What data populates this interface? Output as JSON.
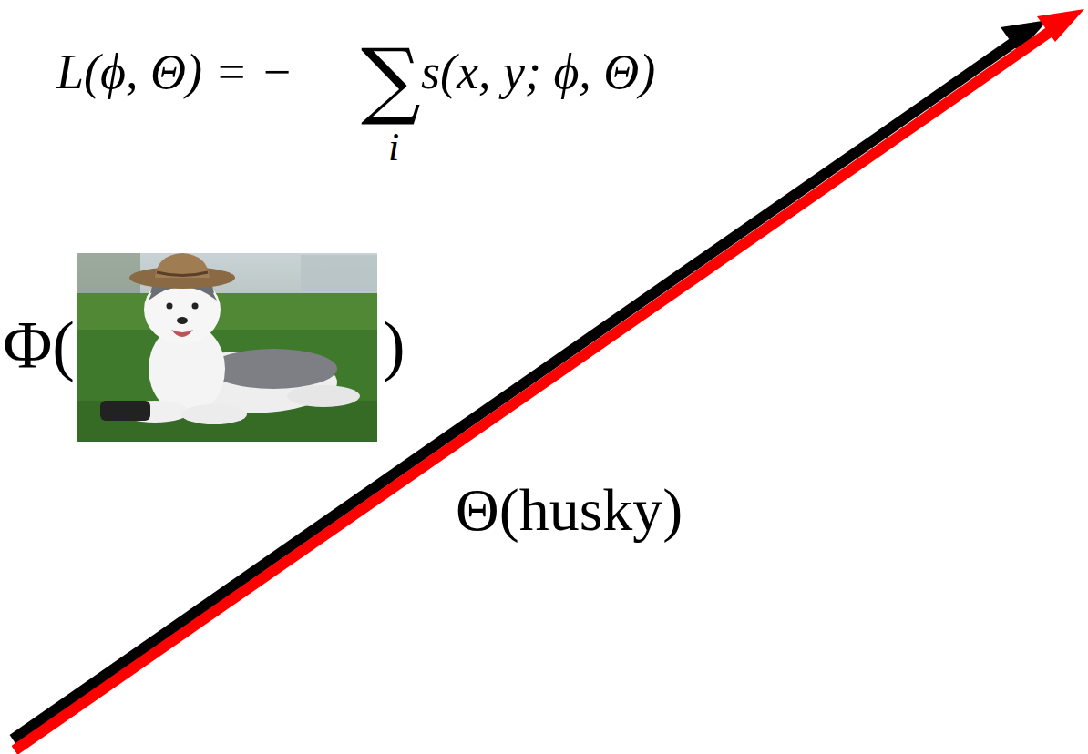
{
  "diagram": {
    "labels": [
      "L(ϕ, Θ) = −",
      "∑",
      "i",
      "s(x, y; ϕ, Θ)",
      "Φ(",
      ")",
      "Θ(husky)"
    ]
  }
}
